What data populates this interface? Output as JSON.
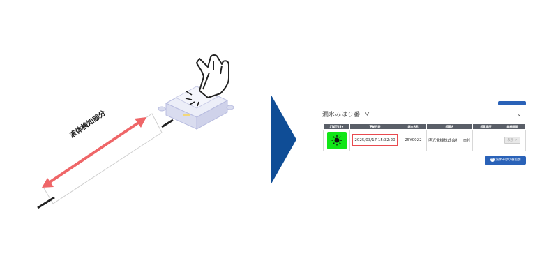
{
  "illustration": {
    "liquid_label": "液体検知部分"
  },
  "panel": {
    "title": "漏水みはり番",
    "table": {
      "headers": [
        "STATUS▼",
        "更新日時",
        "端末名称",
        "設置名",
        "設置場所",
        "詳細画面"
      ],
      "row": {
        "updated_at": "2025/03/17 15:32:20",
        "device_name": "25Y0022",
        "install_name": "明光電機株式会社　本社",
        "location": "",
        "detail_label": "表示"
      }
    },
    "add_button_label": "漏水みはり番追加"
  },
  "colors": {
    "accent_blue": "#2a62b8",
    "arrow_navy": "#0f4d96",
    "status_green": "#11e617",
    "highlight_red": "#e94a4f",
    "measure_arrow": "#ef6668"
  },
  "icons": {
    "pointer": "hand-pointer-icon",
    "status": "sun-status-icon",
    "filter": "filter-icon",
    "chevron": "chevron-down-icon",
    "add": "plus-circle-icon",
    "detail": "external-link-icon"
  }
}
